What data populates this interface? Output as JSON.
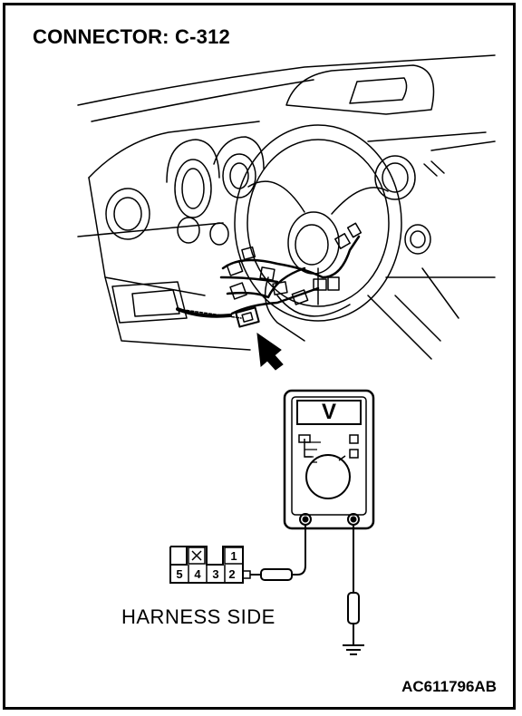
{
  "title": "CONNECTOR: C-312",
  "harness_label": "HARNESS SIDE",
  "figure_code": "AC611796AB",
  "meter": {
    "display_label": "V"
  },
  "connector": {
    "top_pins": [
      "",
      "1"
    ],
    "bottom_pins": [
      "5",
      "4",
      "3",
      "2"
    ]
  },
  "colors": {
    "line": "#000000",
    "background": "#ffffff"
  }
}
